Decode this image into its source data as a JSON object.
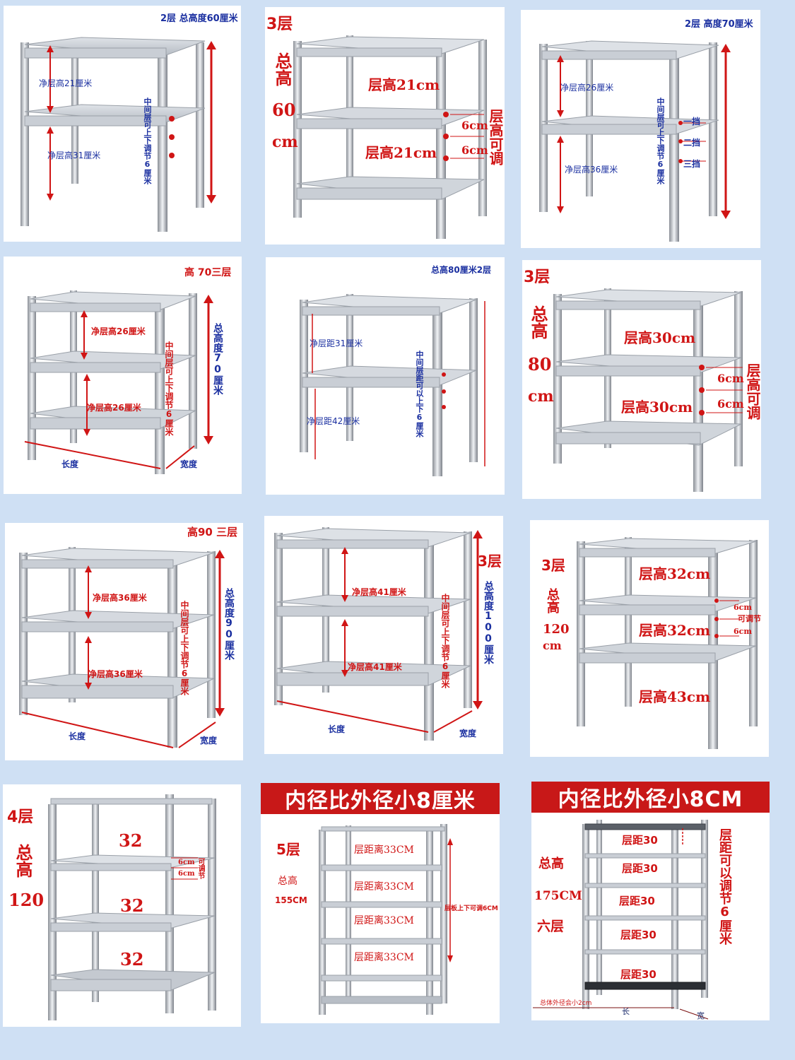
{
  "p1": {
    "title": "2层 总高度60厘米",
    "gap_top": "净层高21厘米",
    "gap_bottom": "净层高31厘米",
    "adjust": "中间层可上下调节6厘米"
  },
  "p2": {
    "layers": "3层",
    "total_label": "总高",
    "total_value": "60",
    "unit": "cm",
    "gap_top": "层高21cm",
    "gap_bottom": "层高21cm",
    "step_a": "6cm",
    "step_b": "6cm",
    "adjust": "层高可调"
  },
  "p3": {
    "title": "2层 高度70厘米",
    "gap_top": "净层高26厘米",
    "gap_bottom": "净层高36厘米",
    "adjust": "中间层可上下调节6厘米",
    "step1": "一挡",
    "step2": "二挡",
    "step3": "三挡"
  },
  "p4": {
    "title": "高 70三层",
    "gap_top": "净层高26厘米",
    "gap_bottom": "净层高26厘米",
    "adjust": "中间层可上下调节6厘米",
    "total": "总高度70厘米",
    "length": "长度",
    "width": "宽度"
  },
  "p5": {
    "title": "总高80厘米2层",
    "gap_top": "净层距31厘米",
    "gap_bottom": "净层距42厘米",
    "adjust": "中间层距可以上下6厘米"
  },
  "p6": {
    "layers": "3层",
    "total_label": "总高",
    "total_value": "80",
    "unit": "cm",
    "gap_top": "层高30cm",
    "gap_bottom": "层高30cm",
    "step_a": "6cm",
    "step_b": "6cm",
    "adjust": "层高可调"
  },
  "p7": {
    "title": "高90 三层",
    "gap_top": "净层高36厘米",
    "gap_bottom": "净层高36厘米",
    "adjust": "中间层可上下调节6厘米",
    "total": "总高度90厘米",
    "length": "长度",
    "width": "宽度"
  },
  "p8": {
    "layers": "3层",
    "gap_top": "净层高41厘米",
    "gap_bottom": "净层高41厘米",
    "adjust": "中间层可上下调节6厘米",
    "total": "总高度100厘米",
    "length": "长度",
    "width": "宽度"
  },
  "p9": {
    "layers": "3层",
    "total_label": "总高",
    "total_value": "120",
    "unit": "cm",
    "gap_top": "层高32cm",
    "gap_mid": "层高32cm",
    "gap_bottom": "层高43cm",
    "step_a": "6cm",
    "step_b": "6cm",
    "adjust": "可调节"
  },
  "p10": {
    "layers": "4层",
    "total_label": "总高",
    "total_value": "120",
    "gap1": "32",
    "gap2": "32",
    "gap3": "32",
    "step_a": "6cm",
    "step_b": "6cm",
    "adjust": "可调节"
  },
  "p11": {
    "banner": "内径比外径小8厘米",
    "layers": "5层",
    "total_label": "总高",
    "total_value": "155CM",
    "gap1": "层距离33CM",
    "gap2": "层距离33CM",
    "gap3": "层距离33CM",
    "gap4": "层距离33CM",
    "adjust": "层板上下可调6CM"
  },
  "p12": {
    "banner": "内径比外径小8CM",
    "total_label": "总高",
    "total_value": "175CM",
    "layers": "六层",
    "gap1": "层距30",
    "gap2": "层距30",
    "gap3": "层距30",
    "gap4": "层距30",
    "gap5": "层距30",
    "adjust": "层距可以调节6厘米",
    "note": "总体外径会小2cm",
    "length": "长",
    "width": "宽"
  }
}
